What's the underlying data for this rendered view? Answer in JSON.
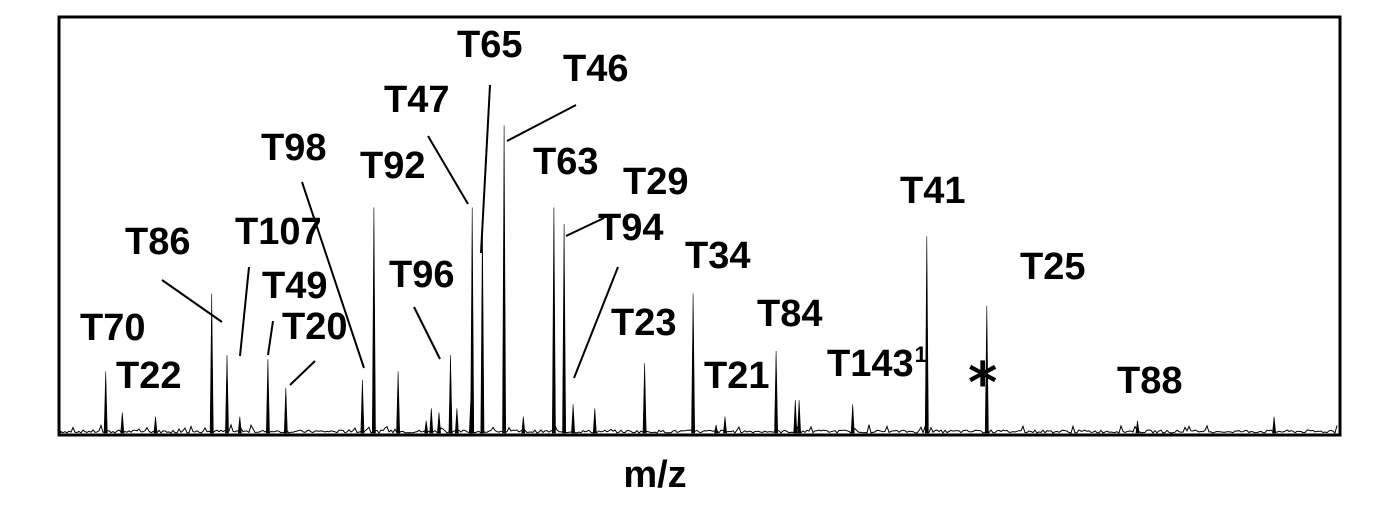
{
  "chart_data": {
    "type": "line",
    "title": "",
    "xlabel": "m/z",
    "ylabel": "",
    "grid": false,
    "legend": "none",
    "x_range": [
      0,
      1000
    ],
    "y_range": [
      0,
      100
    ],
    "peaks": [
      {
        "x": 35,
        "y": 15
      },
      {
        "x": 48,
        "y": 5
      },
      {
        "x": 74,
        "y": 4
      },
      {
        "x": 118,
        "y": 34
      },
      {
        "x": 130,
        "y": 19
      },
      {
        "x": 140,
        "y": 4
      },
      {
        "x": 162,
        "y": 18
      },
      {
        "x": 176,
        "y": 11
      },
      {
        "x": 236,
        "y": 13
      },
      {
        "x": 245,
        "y": 55
      },
      {
        "x": 264,
        "y": 15
      },
      {
        "x": 286,
        "y": 3
      },
      {
        "x": 290,
        "y": 6
      },
      {
        "x": 296,
        "y": 5
      },
      {
        "x": 305,
        "y": 19
      },
      {
        "x": 310,
        "y": 6
      },
      {
        "x": 321,
        "y": 9
      },
      {
        "x": 322,
        "y": 55
      },
      {
        "x": 330,
        "y": 50
      },
      {
        "x": 347,
        "y": 75
      },
      {
        "x": 362,
        "y": 4
      },
      {
        "x": 386,
        "y": 55
      },
      {
        "x": 394,
        "y": 51
      },
      {
        "x": 401,
        "y": 7
      },
      {
        "x": 418,
        "y": 6
      },
      {
        "x": 457,
        "y": 17
      },
      {
        "x": 495,
        "y": 34
      },
      {
        "x": 513,
        "y": 2
      },
      {
        "x": 520,
        "y": 4
      },
      {
        "x": 560,
        "y": 20
      },
      {
        "x": 575,
        "y": 8
      },
      {
        "x": 578,
        "y": 8
      },
      {
        "x": 620,
        "y": 7
      },
      {
        "x": 678,
        "y": 48
      },
      {
        "x": 725,
        "y": 31
      },
      {
        "x": 843,
        "y": 3
      },
      {
        "x": 950,
        "y": 4
      }
    ],
    "annotations": [
      {
        "text": "T70",
        "x": 35,
        "sup": ""
      },
      {
        "text": "T22",
        "x": 48,
        "sup": ""
      },
      {
        "text": "T86",
        "x": 118,
        "sup": ""
      },
      {
        "text": "T107",
        "x": 130,
        "sup": ""
      },
      {
        "text": "T49",
        "x": 162,
        "sup": ""
      },
      {
        "text": "T20",
        "x": 176,
        "sup": ""
      },
      {
        "text": "T98",
        "x": 236,
        "sup": ""
      },
      {
        "text": "T92",
        "x": 245,
        "sup": ""
      },
      {
        "text": "T96",
        "x": 297,
        "sup": ""
      },
      {
        "text": "T47",
        "x": 322,
        "sup": ""
      },
      {
        "text": "T65",
        "x": 330,
        "sup": ""
      },
      {
        "text": "T46",
        "x": 347,
        "sup": ""
      },
      {
        "text": "T63",
        "x": 386,
        "sup": ""
      },
      {
        "text": "T29",
        "x": 394,
        "sup": ""
      },
      {
        "text": "T94",
        "x": 401,
        "sup": ""
      },
      {
        "text": "T23",
        "x": 457,
        "sup": ""
      },
      {
        "text": "T34",
        "x": 495,
        "sup": ""
      },
      {
        "text": "T21",
        "x": 520,
        "sup": ""
      },
      {
        "text": "T84",
        "x": 560,
        "sup": ""
      },
      {
        "text": "T143",
        "x": 620,
        "sup": "1"
      },
      {
        "text": "T41",
        "x": 678,
        "sup": ""
      },
      {
        "text": "*",
        "x": 720,
        "sup": ""
      },
      {
        "text": "T25",
        "x": 776,
        "sup": ""
      },
      {
        "text": "T88",
        "x": 843,
        "sup": ""
      }
    ]
  }
}
